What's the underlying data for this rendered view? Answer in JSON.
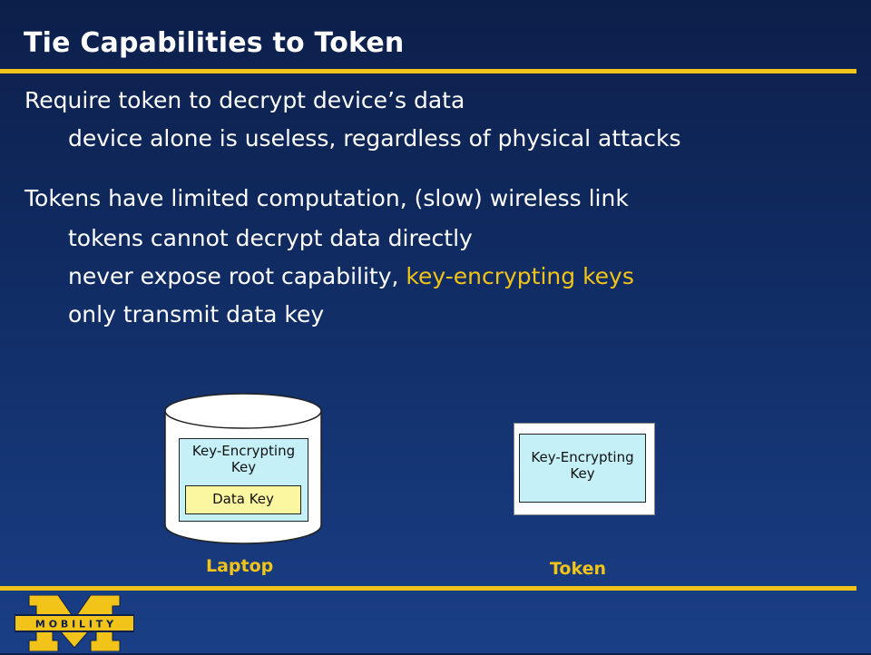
{
  "slide": {
    "title": "Tie Capabilities to Token",
    "bullets": [
      {
        "text": "Require token to decrypt device’s data"
      },
      {
        "text": "device alone is useless, regardless of physical attacks"
      },
      {
        "text": "Tokens have limited computation, (slow) wireless link"
      },
      {
        "text": "tokens cannot decrypt data directly"
      },
      {
        "text_plain": "never expose root capability, ",
        "text_highlight": "key-encrypting keys"
      },
      {
        "text": "only transmit data key"
      }
    ]
  },
  "diagram": {
    "laptop": {
      "kek_label_line1": "Key-Encrypting",
      "kek_label_line2": "Key",
      "data_key_label": "Data Key",
      "caption": "Laptop"
    },
    "token": {
      "kek_label_line1": "Key-Encrypting",
      "kek_label_line2": "Key",
      "caption": "Token"
    }
  },
  "logo": {
    "letter": "M",
    "band_text": "M O B I L I T Y"
  },
  "colors": {
    "accent": "#f2c318",
    "background_top": "#0c1f4a",
    "background_bottom": "#1a3f86",
    "key_box": "#c5f0f8",
    "data_key_box": "#fbf6a0"
  }
}
